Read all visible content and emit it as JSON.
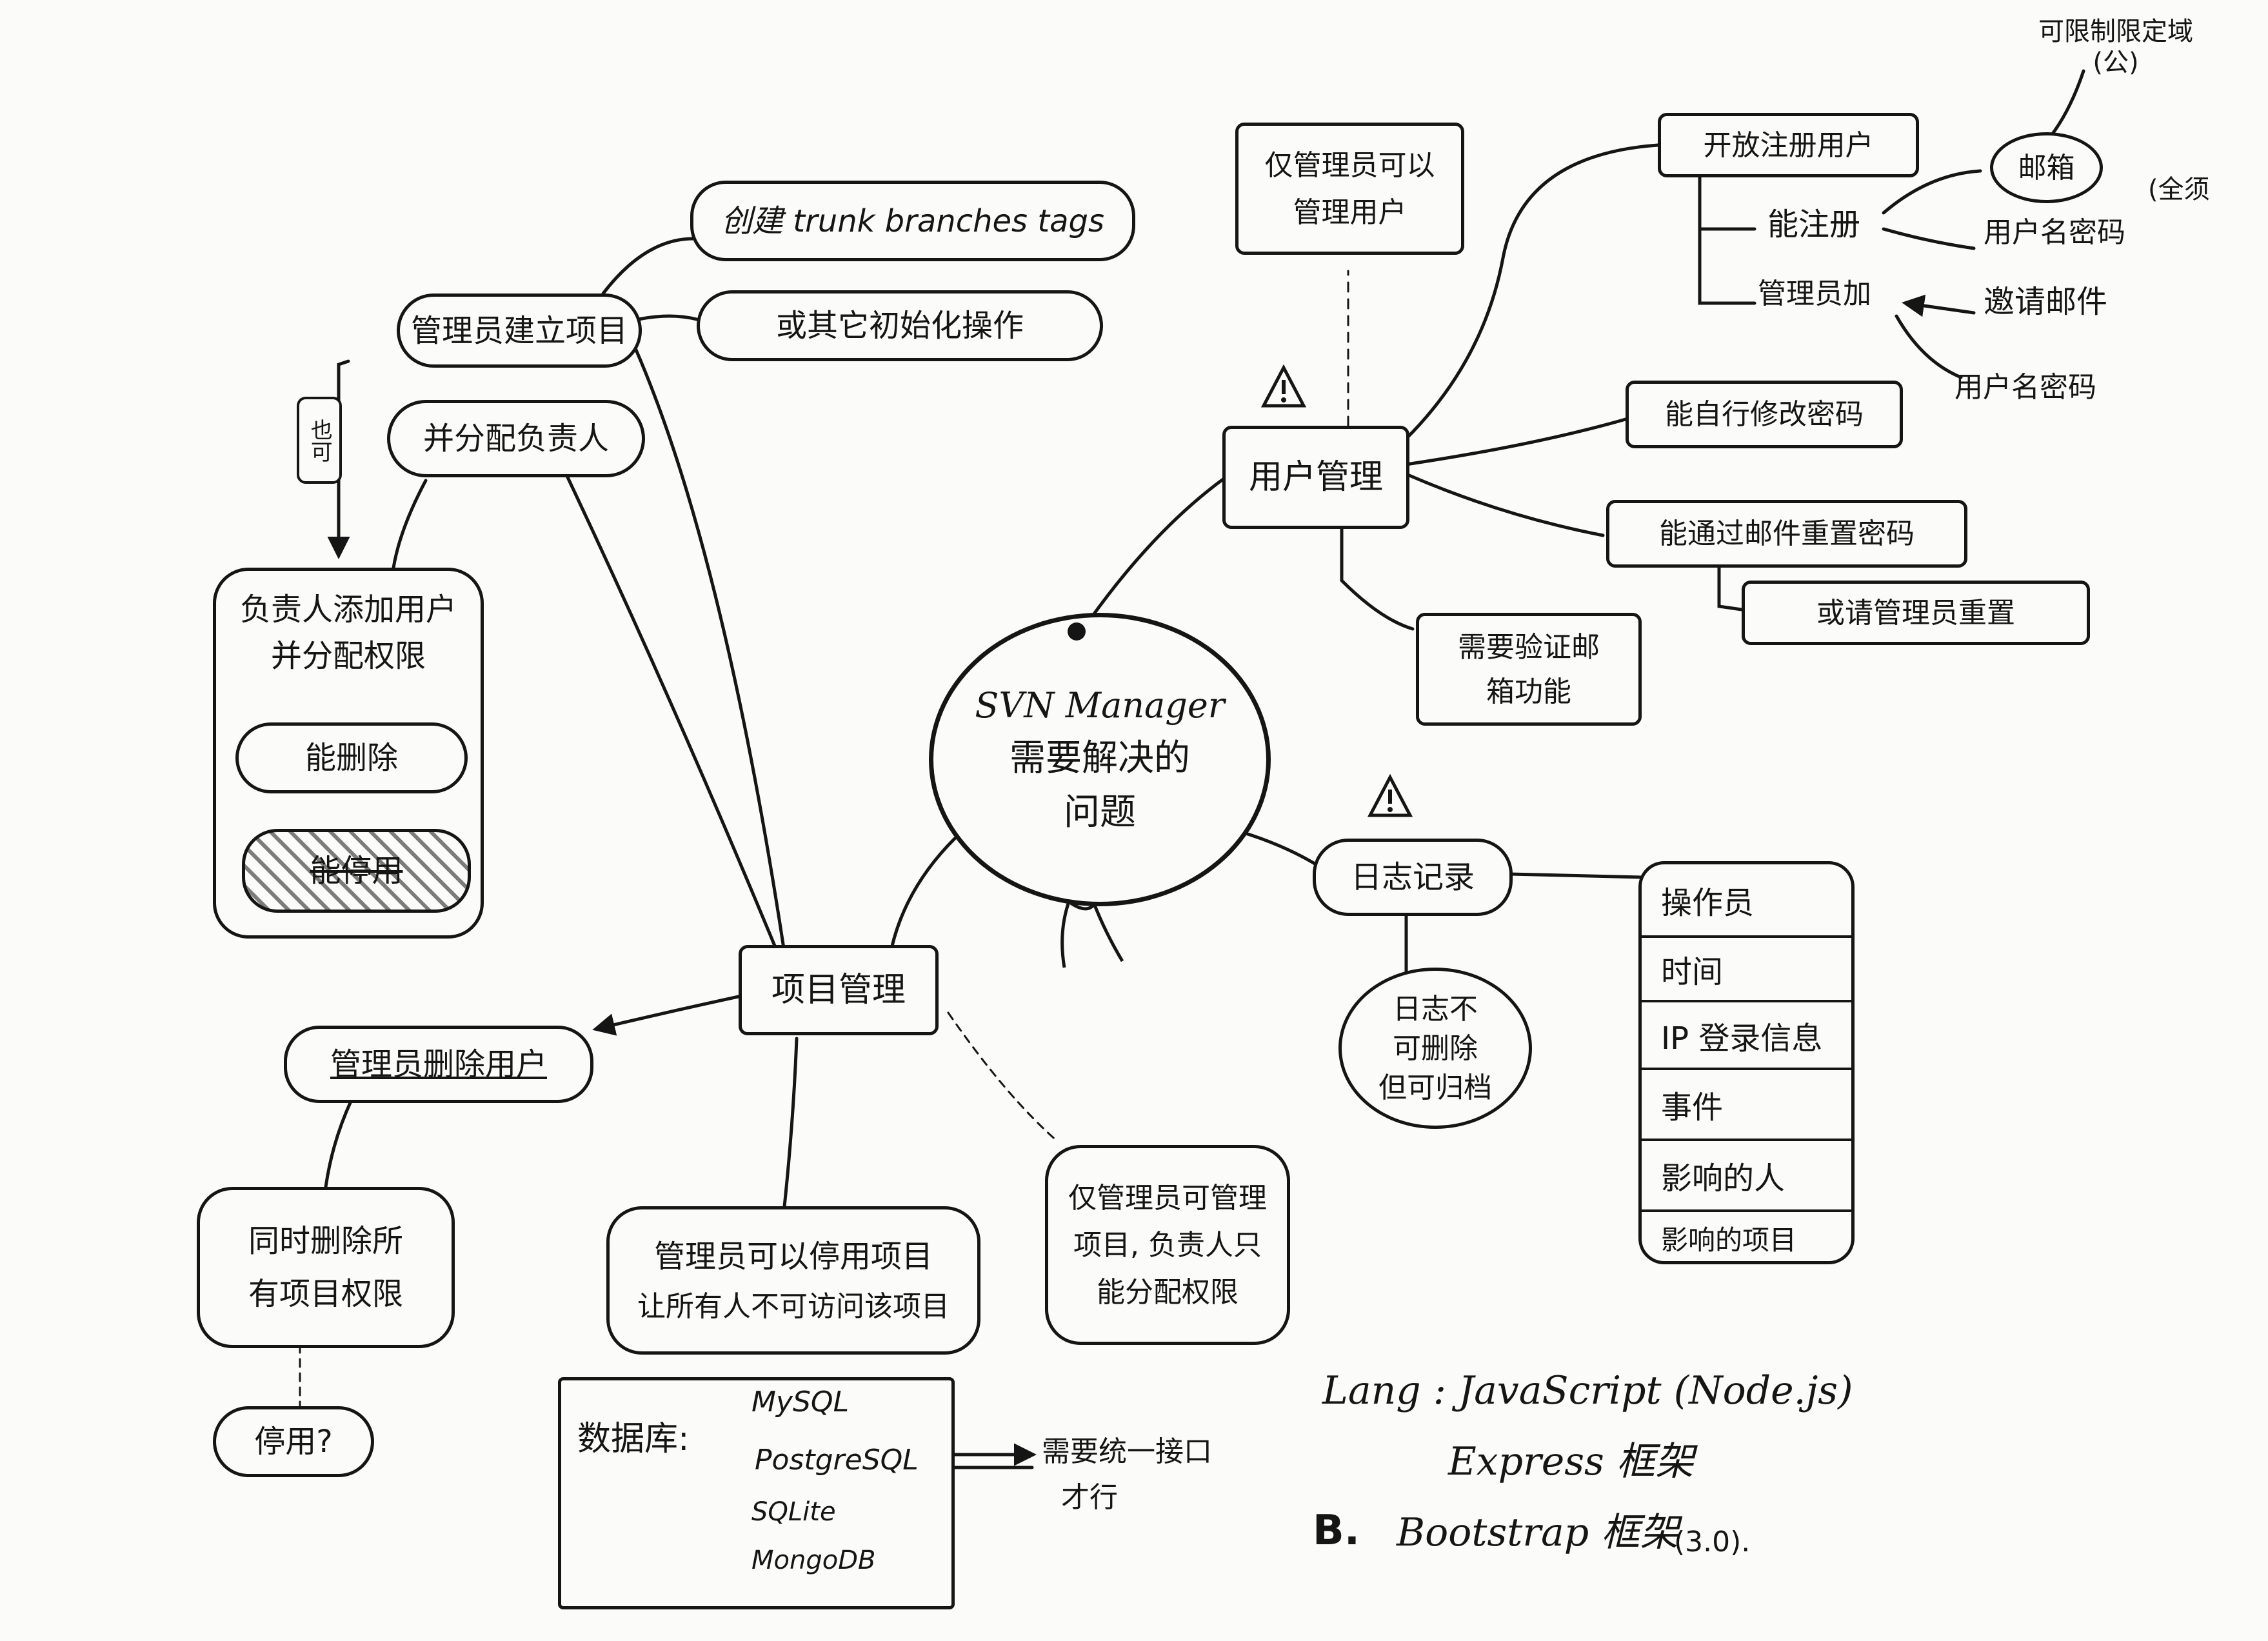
{
  "center": {
    "line1": "SVN Manager",
    "line2": "需要解决的",
    "line3": "问题"
  },
  "project": {
    "title": "项目管理",
    "admin_create": "管理员建立项目",
    "create_branches": "创建 trunk branches tags",
    "init_ops": "或其它初始化操作",
    "assign_owner": "并分配负责人",
    "also_side": "也可",
    "owner_box": {
      "line1": "负责人添加用户",
      "line2": "并分配权限",
      "can_delete": "能删除",
      "suspend": "能停用"
    },
    "admin_delete_user": "管理员删除用户",
    "sync_delete": {
      "line1": "同时删除所",
      "line2": "有项目权限"
    },
    "suspend_q": "停用?",
    "suspend_project": {
      "line1": "管理员可以停用项目",
      "line2": "让所有人不可访问该项目"
    },
    "note": {
      "line1": "仅管理员可管理",
      "line2": "项目, 负责人只",
      "line3": "能分配权限"
    }
  },
  "user": {
    "title": "用户管理",
    "admin_only": {
      "line1": "仅管理员可以",
      "line2": "管理用户"
    },
    "open_register": "开放注册用户",
    "can_register": "能注册",
    "email": "邮箱",
    "restrict_domain": {
      "line1": "可限制限定域",
      "line2": "(公)"
    },
    "user_pwd": "用户名密码",
    "all_required": "(全须",
    "admin_add": "管理员加",
    "invite_mail": "邀请邮件",
    "user_password": "用户名密码",
    "change_pwd": "能自行修改密码",
    "reset_pwd": "能通过邮件重置密码",
    "ask_admin": "或请管理员重置",
    "email_verify": {
      "line1": "需要验证邮",
      "line2": "箱功能"
    }
  },
  "log": {
    "title": "日志记录",
    "no_delete": {
      "line1": "日志不",
      "line2": "可删除",
      "line3": "但可归档"
    },
    "fields": [
      "操作员",
      "时间",
      "IP 登录信息",
      "事件",
      "影响的人",
      "影响的项目"
    ]
  },
  "db": {
    "title": "数据库:",
    "options": [
      "MySQL",
      "PostgreSQL",
      "SQLite",
      "MongoDB"
    ],
    "unify": {
      "line1": "需要统一接口",
      "line2": "才行"
    }
  },
  "tech": {
    "lang": "Lang : JavaScript (Node.js)",
    "framework": "Express 框架",
    "ui_label": "B.",
    "ui": "Bootstrap 框架",
    "ui_ver": "(3.0)."
  },
  "icons": {
    "warning": "warning-icon",
    "arrow": "arrow-icon"
  }
}
